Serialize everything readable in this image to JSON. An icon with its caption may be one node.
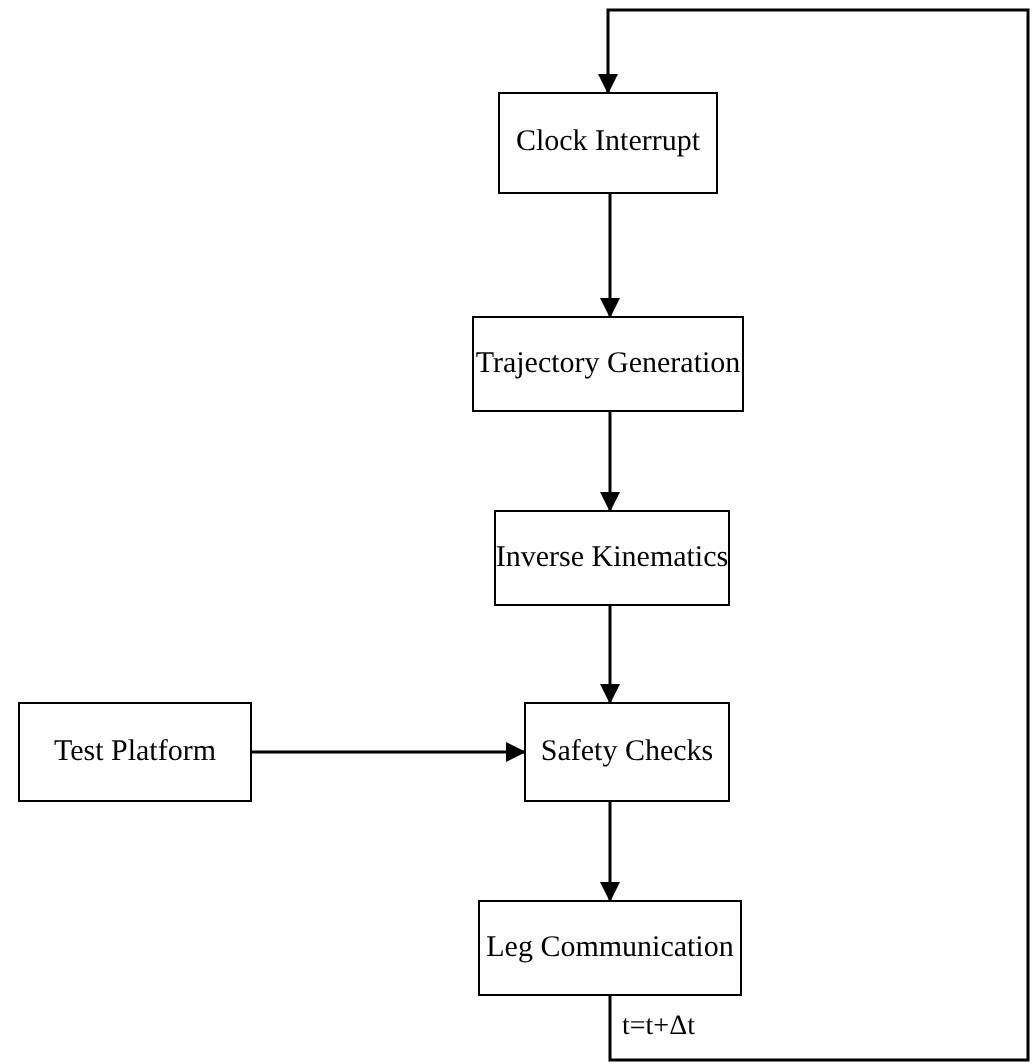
{
  "diagram": {
    "nodes": [
      {
        "text": [
          "Clock Interrupt"
        ]
      },
      {
        "text": [
          "Trajectory Generation"
        ]
      },
      {
        "text": [
          "Inverse Kinematics"
        ]
      },
      {
        "text": [
          "Test Platform"
        ]
      },
      {
        "text": [
          "Safety Checks"
        ]
      },
      {
        "text": [
          "Leg Communication"
        ]
      }
    ],
    "edges": [
      {
        "from": 0,
        "to": 1,
        "arrow": "to"
      },
      {
        "from": 1,
        "to": 2,
        "arrow": "to"
      },
      {
        "from": 2,
        "to": 4,
        "arrow": "to"
      },
      {
        "from": 3,
        "to": 4,
        "arrow": "to"
      },
      {
        "from": 4,
        "to": 5,
        "arrow": "to"
      },
      {
        "from": 5,
        "to": 0,
        "arrow": "to",
        "label": "t=t+Δt"
      }
    ]
  }
}
